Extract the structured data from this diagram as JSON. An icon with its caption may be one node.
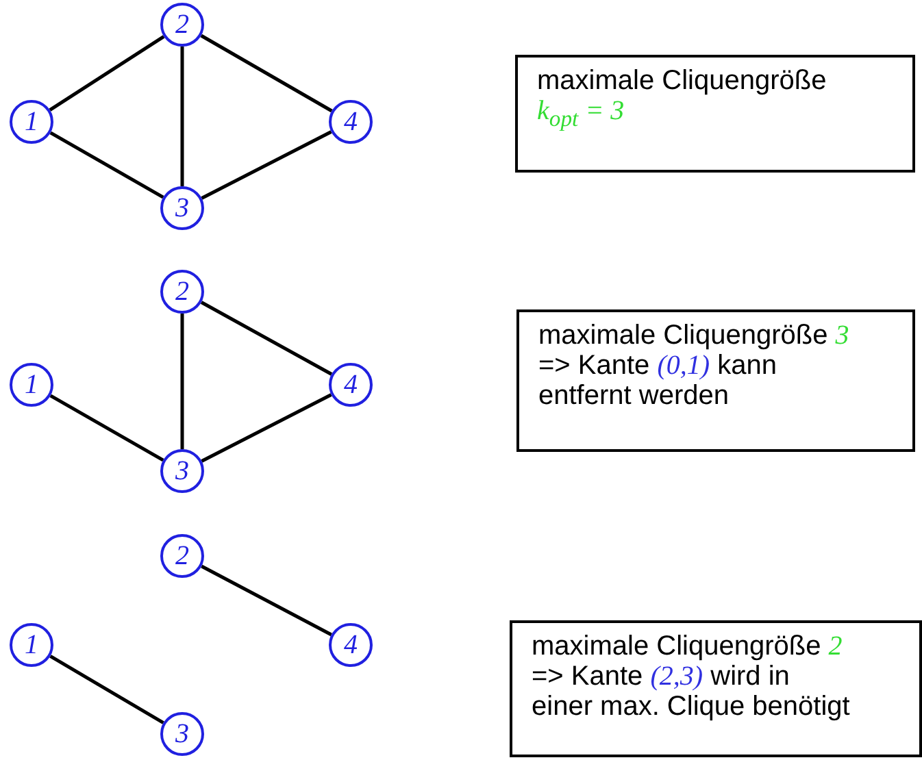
{
  "diagram": {
    "nodes": [
      {
        "text": [
          "1"
        ]
      },
      {
        "text": [
          "2"
        ]
      },
      {
        "text": [
          "3"
        ]
      },
      {
        "text": [
          "4"
        ]
      },
      {
        "text": [
          "maximale Cliquengröße",
          "k$_{opt}$ = 3"
        ]
      },
      {
        "text": [
          "1"
        ]
      },
      {
        "text": [
          "2"
        ]
      },
      {
        "text": [
          "3"
        ]
      },
      {
        "text": [
          "4"
        ]
      },
      {
        "text": [
          "maximale Cliquengröße *3* => Kante *(0,1)* kann entfernt werden"
        ]
      },
      {
        "text": [
          "1"
        ]
      },
      {
        "text": [
          "2"
        ]
      },
      {
        "text": [
          "3"
        ]
      },
      {
        "text": [
          "4"
        ]
      },
      {
        "text": [
          "maximale Cliquengröße *2* => Kante *(2,3)* wird in einer max. Clique benötigt"
        ]
      }
    ],
    "edges": [
      {
        "from": 0,
        "to": 1,
        "arrow": "none"
      },
      {
        "from": 0,
        "to": 2,
        "arrow": "none"
      },
      {
        "from": 1,
        "to": 2,
        "arrow": "none"
      },
      {
        "from": 1,
        "to": 3,
        "arrow": "none"
      },
      {
        "from": 2,
        "to": 3,
        "arrow": "none"
      },
      {
        "from": 5,
        "to": 7,
        "arrow": "none"
      },
      {
        "from": 6,
        "to": 7,
        "arrow": "none"
      },
      {
        "from": 6,
        "to": 8,
        "arrow": "none"
      },
      {
        "from": 7,
        "to": 8,
        "arrow": "none"
      },
      {
        "from": 10,
        "to": 12,
        "arrow": "none"
      },
      {
        "from": 11,
        "to": 13,
        "arrow": "none"
      }
    ]
  }
}
